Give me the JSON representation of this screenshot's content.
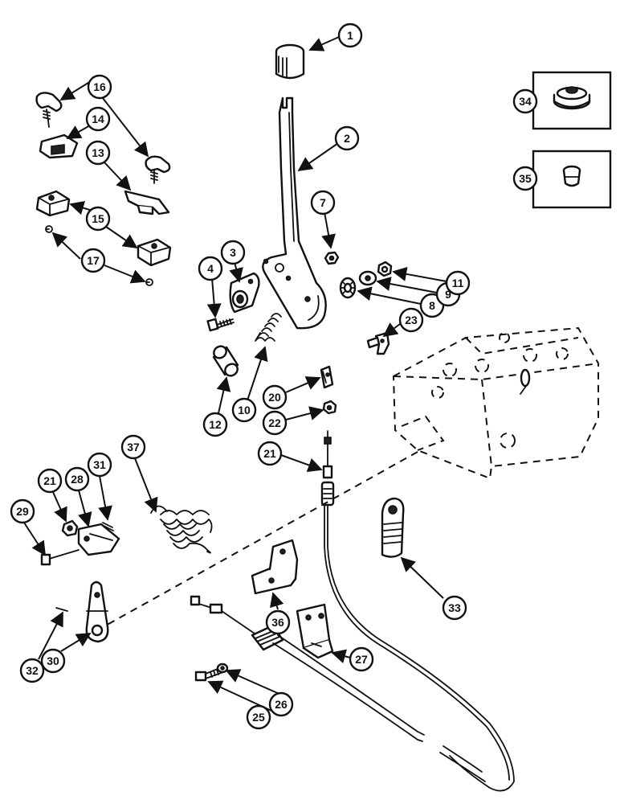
{
  "callouts": [
    "1",
    "2",
    "3",
    "4",
    "7",
    "8",
    "9",
    "10",
    "11",
    "12",
    "13",
    "14",
    "15",
    "16",
    "17",
    "20",
    "21",
    "22",
    "23",
    "25",
    "26",
    "27",
    "28",
    "29",
    "30",
    "31",
    "32",
    "33",
    "34",
    "35",
    "36",
    "37"
  ]
}
